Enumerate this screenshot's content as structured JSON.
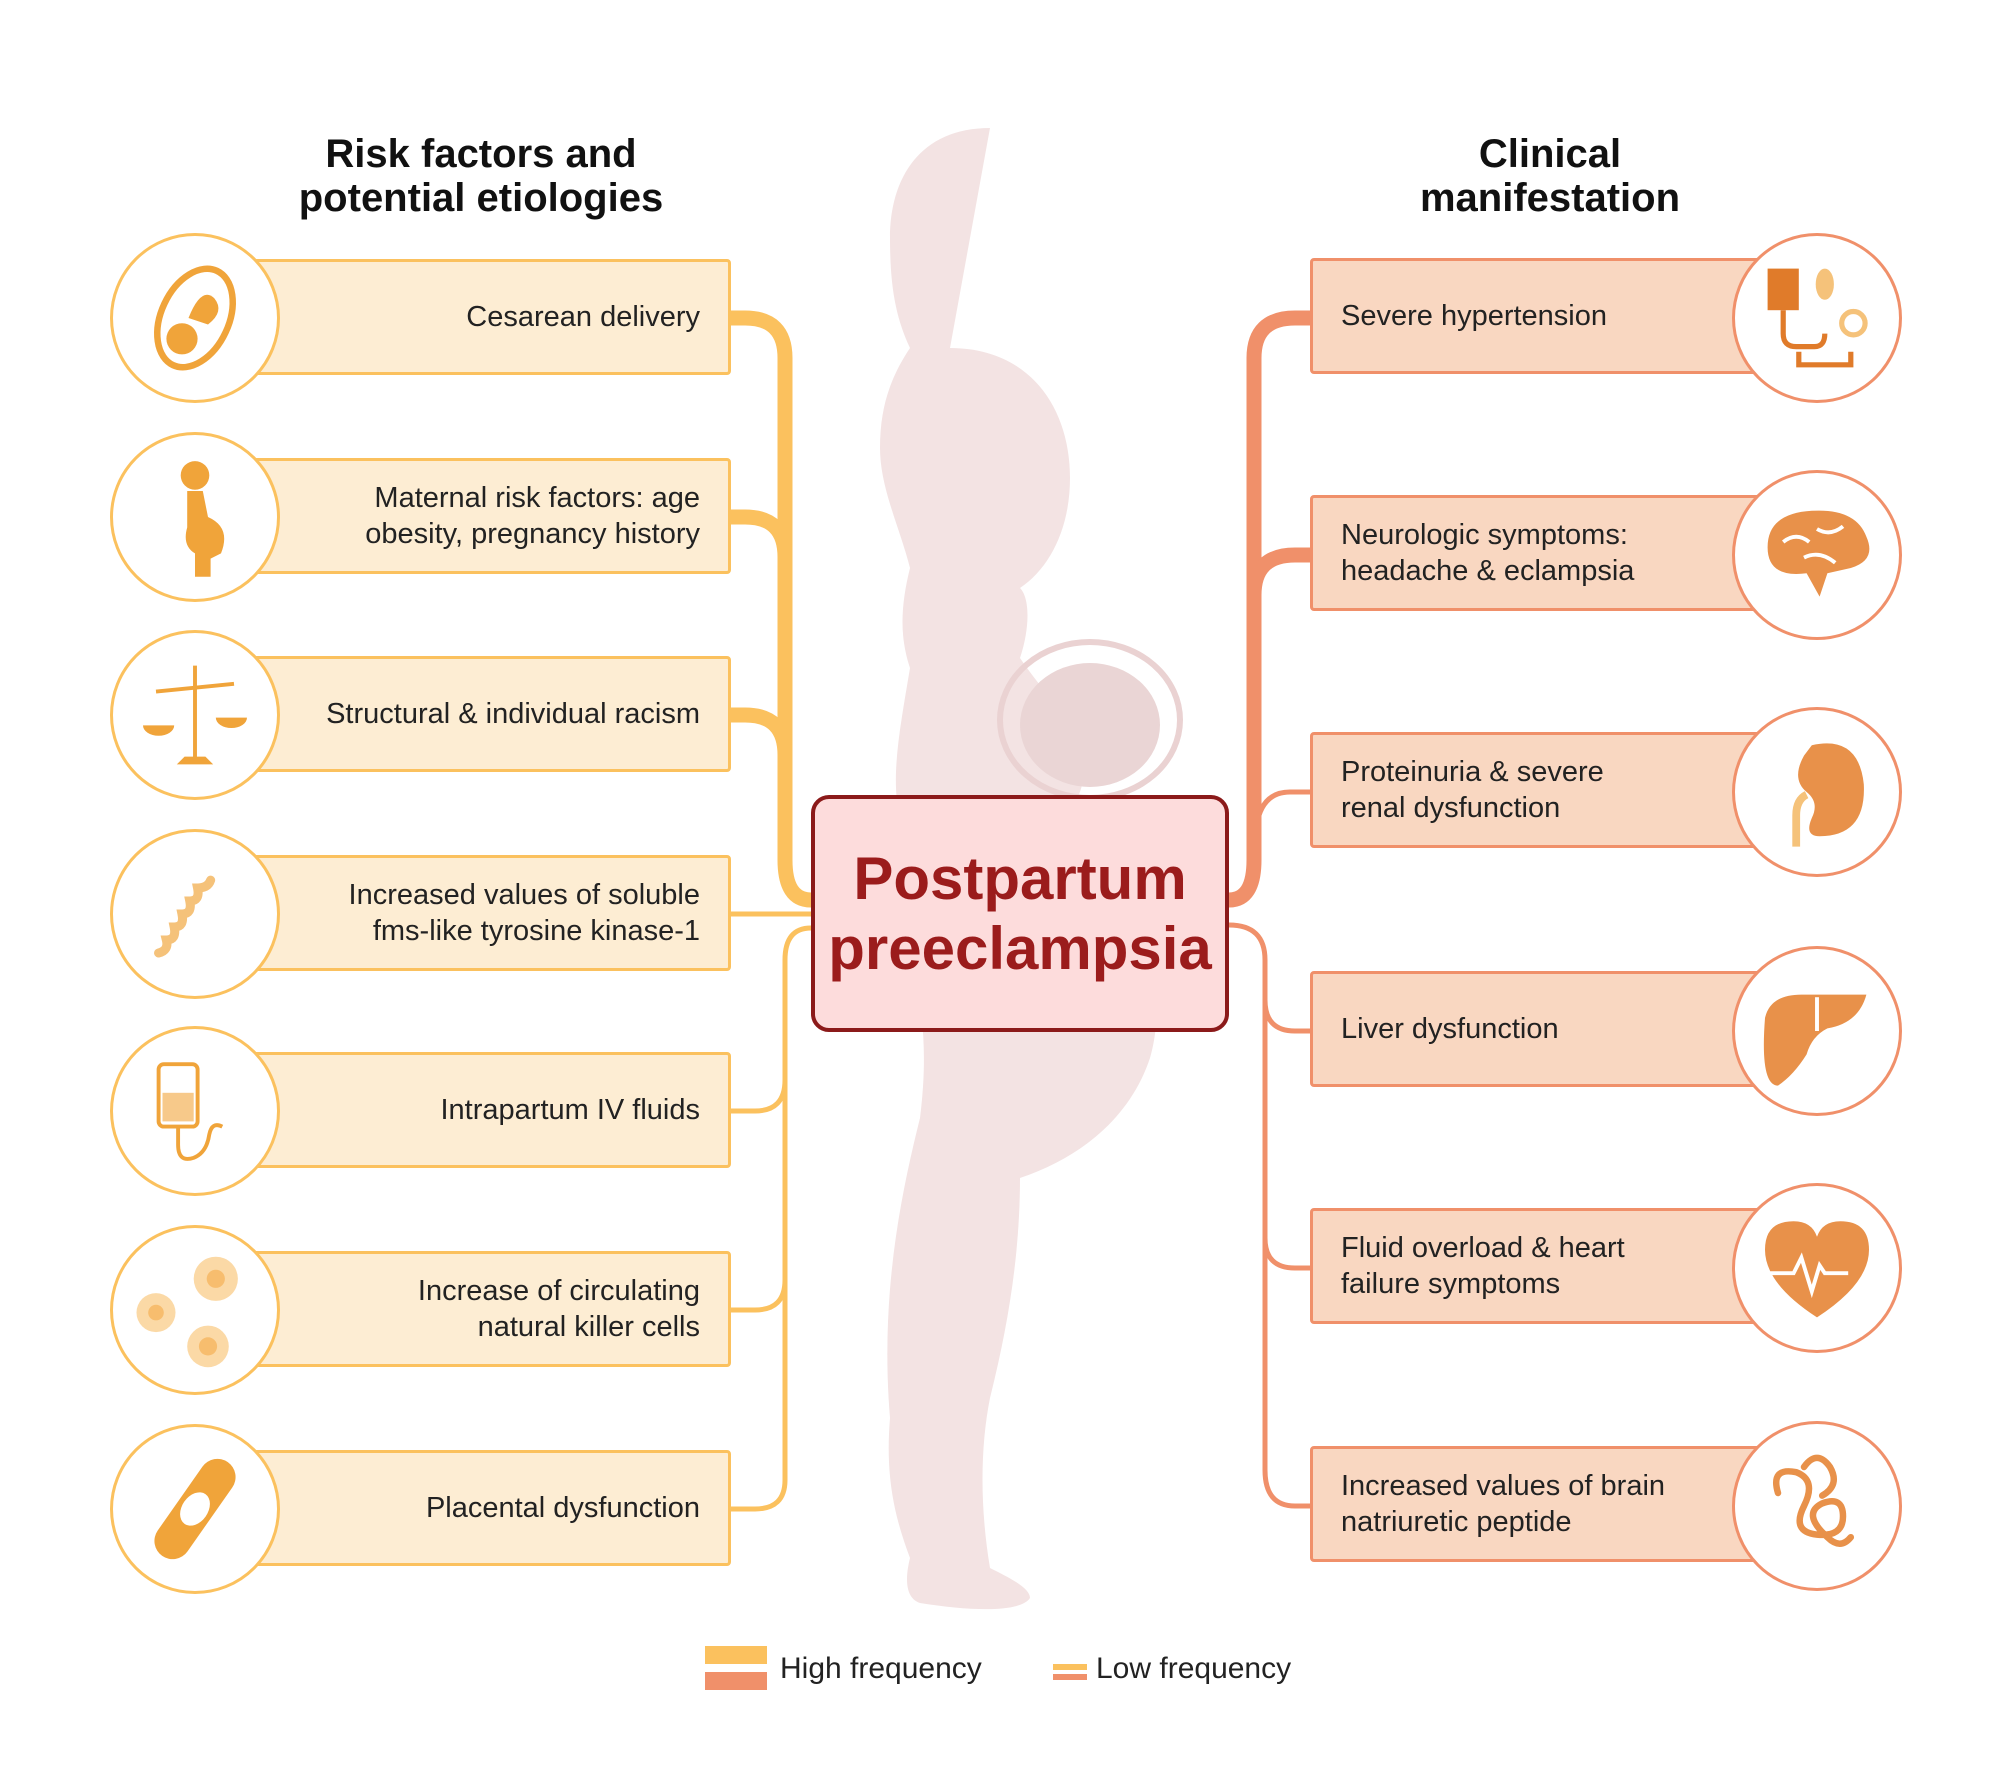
{
  "left_title": [
    "Risk factors and",
    "potential etiologies"
  ],
  "right_title": [
    "Clinical",
    "manifestation"
  ],
  "center": {
    "line1": "Postpartum",
    "line2": "preeclampsia"
  },
  "risk_factors": [
    {
      "label": "Cesarean delivery",
      "icon": "fetus-icon",
      "frequency": "high"
    },
    {
      "label": "Maternal risk factors: age obesity, pregnancy history",
      "icon": "pregnant-woman-icon",
      "frequency": "high"
    },
    {
      "label": "Structural & individual racism",
      "icon": "scales-icon",
      "frequency": "high"
    },
    {
      "label": "Increased values of soluble fms-like tyrosine kinase-1",
      "icon": "protein-strand-icon",
      "frequency": "low"
    },
    {
      "label": "Intrapartum IV fluids",
      "icon": "iv-bag-icon",
      "frequency": "low"
    },
    {
      "label": "Increase of circulating natural killer cells",
      "icon": "cells-icon",
      "frequency": "low"
    },
    {
      "label": "Placental dysfunction",
      "icon": "bandage-icon",
      "frequency": "low"
    }
  ],
  "manifestations": [
    {
      "label": "Severe hypertension",
      "icon": "blood-pressure-icon",
      "frequency": "high"
    },
    {
      "label": "Neurologic symptoms: headache & eclampsia",
      "icon": "brain-icon",
      "frequency": "high"
    },
    {
      "label": "Proteinuria & severe renal dysfunction",
      "icon": "kidney-icon",
      "frequency": "low"
    },
    {
      "label": "Liver dysfunction",
      "icon": "liver-icon",
      "frequency": "low"
    },
    {
      "label": "Fluid overload & heart failure symptoms",
      "icon": "heart-icon",
      "frequency": "low"
    },
    {
      "label": "Increased values of brain natriuretic peptide",
      "icon": "peptide-icon",
      "frequency": "low"
    }
  ],
  "legend": {
    "high": "High frequency",
    "low": "Low frequency"
  },
  "colors": {
    "left": "#fbc15e",
    "right": "#f0906a",
    "center_text": "#9b1c1c",
    "silhouette": "#f3e2e2"
  }
}
